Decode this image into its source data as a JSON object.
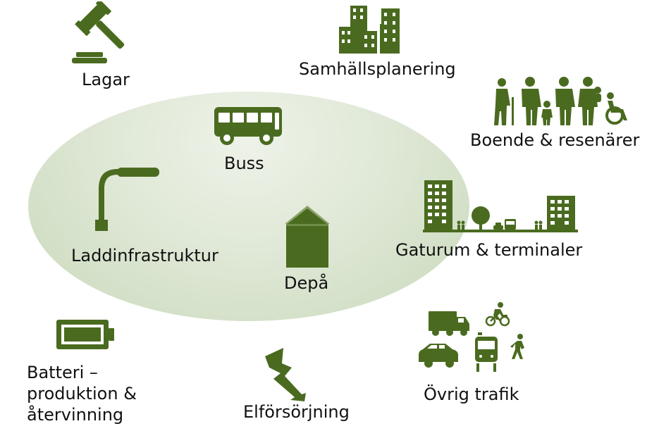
{
  "colors": {
    "icon": "#4a6b1f",
    "ellipse": "#d5e2c8",
    "text": "#111111"
  },
  "labels": {
    "lagar": "Lagar",
    "samhallsplanering": "Samhällsplanering",
    "boende": "Boende & resenärer",
    "buss": "Buss",
    "laddinfrastruktur": "Laddinfrastruktur",
    "depa": "Depå",
    "gaturum": "Gaturum & terminaler",
    "batteri_line1": "Batteri –",
    "batteri_line2": "produktion &",
    "batteri_line3": "återvinning",
    "elforsorjning": "Elförsörjning",
    "ovrig_trafik": "Övrig trafik"
  },
  "icons": {
    "lagar": "gavel-icon",
    "samhallsplanering": "city-buildings-icon",
    "boende": "people-group-icon",
    "buss": "bus-icon",
    "laddinfrastruktur": "street-lamp-icon",
    "depa": "depot-building-icon",
    "gaturum": "street-scene-icon",
    "batteri": "battery-icon",
    "elforsorjning": "lightning-icon",
    "ovrig_trafik": "mixed-traffic-icon"
  }
}
